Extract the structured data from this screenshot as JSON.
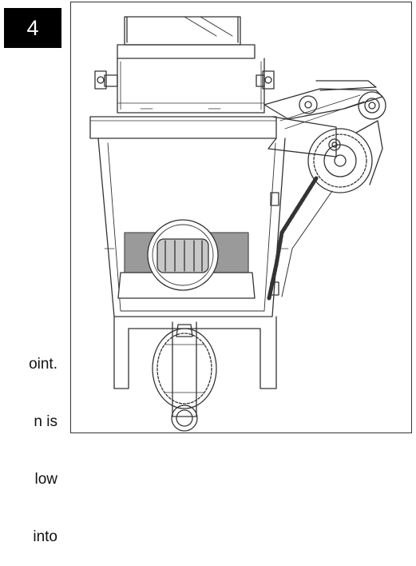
{
  "step": {
    "number": "4"
  },
  "instructions": {
    "lines": [
      "oint.",
      "n is",
      "low",
      "into"
    ]
  },
  "figure": {
    "accent_shaded": "#9a9a9a",
    "line_color": "#333333"
  }
}
